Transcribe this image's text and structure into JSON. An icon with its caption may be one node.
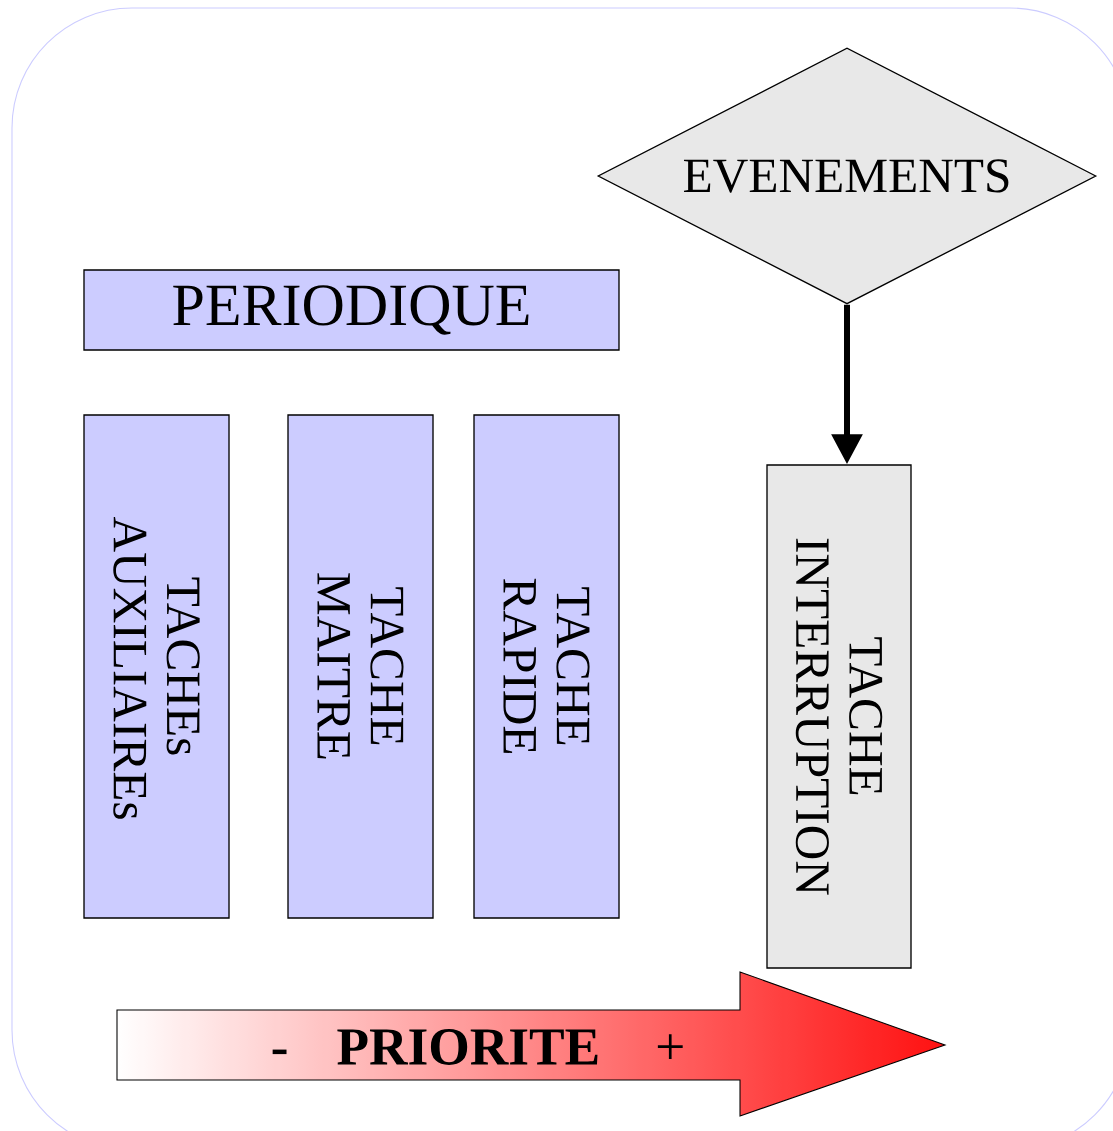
{
  "diagram": {
    "nodes": [
      {
        "text": [
          "EVENEMENTS"
        ]
      },
      {
        "text": [
          "PERIODIQUE"
        ]
      },
      {
        "text": [
          "TACHEs AUXILIAIREs"
        ]
      },
      {
        "text": [
          "TACHE MAITRE"
        ]
      },
      {
        "text": [
          "TACHE RAPIDE"
        ]
      },
      {
        "text": [
          "TACHE INTERRUPTION"
        ]
      },
      {
        "text": [
          "-",
          "PRIORITE",
          "+"
        ]
      }
    ],
    "edges": [
      {
        "from": 0,
        "to": 5,
        "arrow": "to"
      }
    ]
  }
}
